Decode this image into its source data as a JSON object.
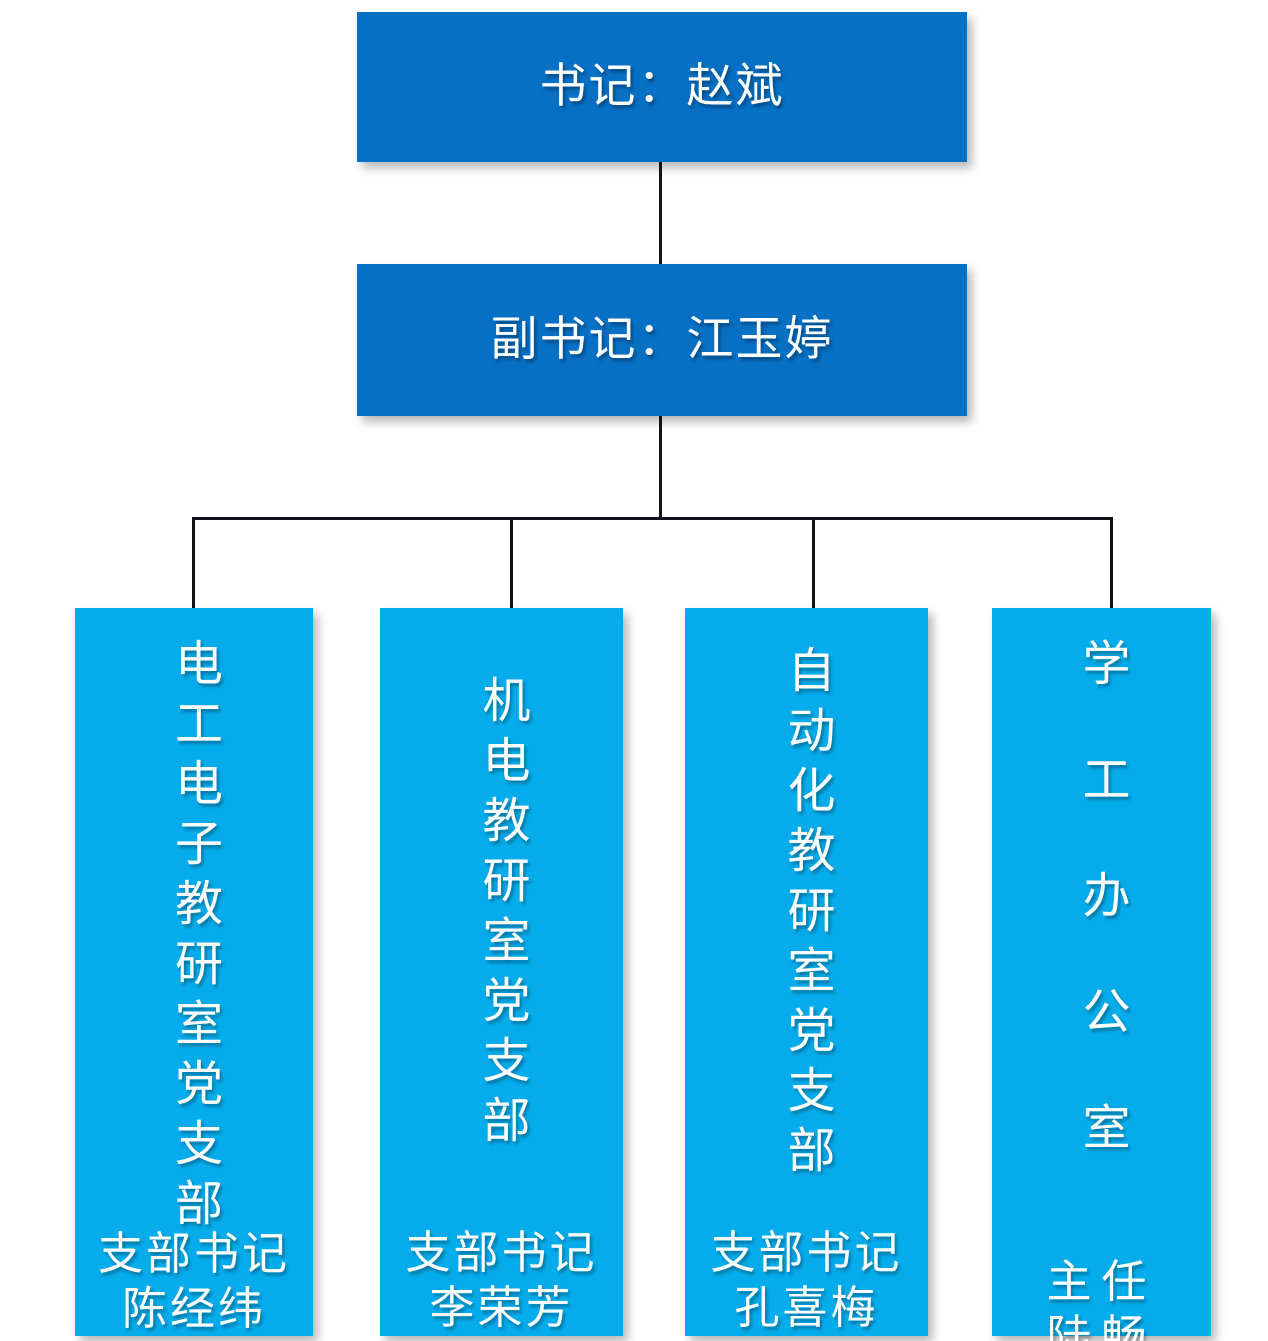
{
  "org_chart": {
    "levels": [
      {
        "id": "secretary",
        "title": "书记：赵斌",
        "box_color": "#0670c5",
        "text_color": "#ffffff"
      },
      {
        "id": "deputy",
        "title": "副书记：江玉婷",
        "box_color": "#0670c5",
        "text_color": "#ffffff"
      }
    ],
    "units": [
      {
        "id": "unit-electrical-electronics",
        "name": "电工电子教研室党支部",
        "leader_role": "支部书记",
        "leader_name": "陈经纬",
        "box_color": "#05acec",
        "text_color": "#ffffff"
      },
      {
        "id": "unit-mechatronics",
        "name": "机电教研室党支部",
        "leader_role": "支部书记",
        "leader_name": "李荣芳",
        "box_color": "#05acec",
        "text_color": "#ffffff"
      },
      {
        "id": "unit-automation",
        "name": "自动化教研室党支部",
        "leader_role": "支部书记",
        "leader_name": "孔喜梅",
        "box_color": "#05acec",
        "text_color": "#ffffff"
      },
      {
        "id": "unit-student-affairs",
        "name": "学工办公室",
        "leader_role": "主任",
        "leader_name": "陆畅",
        "box_color": "#05acec",
        "text_color": "#ffffff"
      }
    ],
    "connector_color": "#10131c",
    "background_color": "#ffffff"
  }
}
